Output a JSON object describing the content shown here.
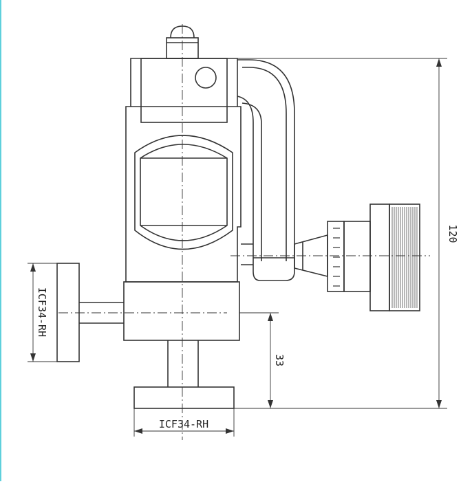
{
  "drawing": {
    "line_color": "#333333",
    "accent_edge_color": "#5fd0dc",
    "dimensions": {
      "height_total": "120",
      "height_lower": "33",
      "side_port_label": "ICF34-RH",
      "bottom_port_label": "ICF34-RH"
    }
  }
}
